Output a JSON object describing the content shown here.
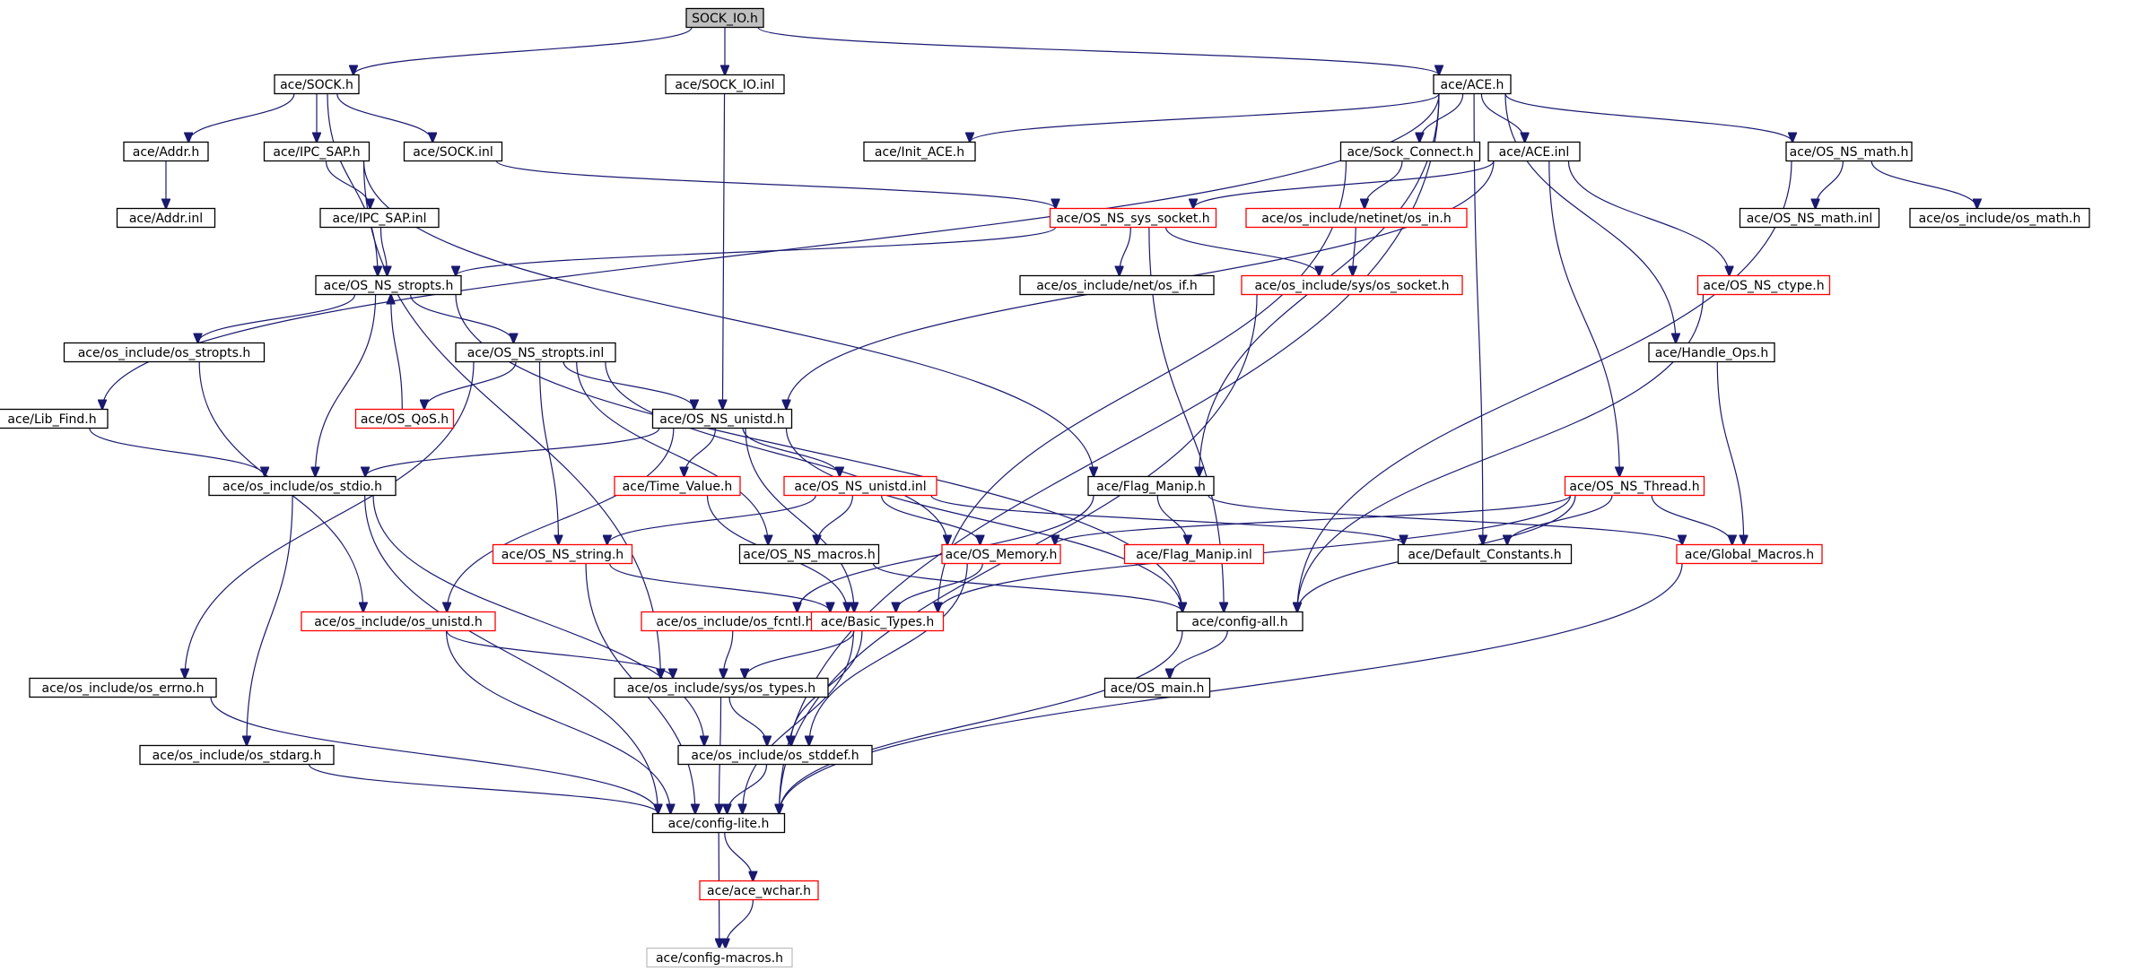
{
  "colors": {
    "edge": "#191970",
    "root_fill": "#bfbfbf",
    "node_border": "#000000",
    "incomplete_border": "#ff0000",
    "external_border": "#bfbfbf",
    "text": "#000000"
  },
  "nodes": [
    {
      "id": "sock_io_h",
      "label": "SOCK_IO.h",
      "kind": "root"
    },
    {
      "id": "sock_h",
      "label": "ace/SOCK.h",
      "kind": "normal"
    },
    {
      "id": "sock_io_inl",
      "label": "ace/SOCK_IO.inl",
      "kind": "normal"
    },
    {
      "id": "ace_h",
      "label": "ace/ACE.h",
      "kind": "normal"
    },
    {
      "id": "addr_h",
      "label": "ace/Addr.h",
      "kind": "normal"
    },
    {
      "id": "ipc_sap_h",
      "label": "ace/IPC_SAP.h",
      "kind": "normal"
    },
    {
      "id": "sock_inl",
      "label": "ace/SOCK.inl",
      "kind": "normal"
    },
    {
      "id": "init_ace_h",
      "label": "ace/Init_ACE.h",
      "kind": "normal"
    },
    {
      "id": "sock_connect_h",
      "label": "ace/Sock_Connect.h",
      "kind": "normal"
    },
    {
      "id": "ace_inl",
      "label": "ace/ACE.inl",
      "kind": "normal"
    },
    {
      "id": "os_ns_math_h",
      "label": "ace/OS_NS_math.h",
      "kind": "normal"
    },
    {
      "id": "addr_inl",
      "label": "ace/Addr.inl",
      "kind": "normal"
    },
    {
      "id": "ipc_sap_inl",
      "label": "ace/IPC_SAP.inl",
      "kind": "normal"
    },
    {
      "id": "os_ns_sys_socket_h",
      "label": "ace/OS_NS_sys_socket.h",
      "kind": "incomplete"
    },
    {
      "id": "netinet_os_in_h",
      "label": "ace/os_include/netinet/os_in.h",
      "kind": "incomplete"
    },
    {
      "id": "os_ns_math_inl",
      "label": "ace/OS_NS_math.inl",
      "kind": "normal"
    },
    {
      "id": "os_math_h",
      "label": "ace/os_include/os_math.h",
      "kind": "normal"
    },
    {
      "id": "os_ns_stropts_h",
      "label": "ace/OS_NS_stropts.h",
      "kind": "normal"
    },
    {
      "id": "net_os_if_h",
      "label": "ace/os_include/net/os_if.h",
      "kind": "normal"
    },
    {
      "id": "sys_os_socket_h",
      "label": "ace/os_include/sys/os_socket.h",
      "kind": "incomplete"
    },
    {
      "id": "os_ns_ctype_h",
      "label": "ace/OS_NS_ctype.h",
      "kind": "incomplete"
    },
    {
      "id": "os_stropts_h",
      "label": "ace/os_include/os_stropts.h",
      "kind": "normal"
    },
    {
      "id": "os_ns_stropts_inl",
      "label": "ace/OS_NS_stropts.inl",
      "kind": "normal"
    },
    {
      "id": "handle_ops_h",
      "label": "ace/Handle_Ops.h",
      "kind": "normal"
    },
    {
      "id": "lib_find_h",
      "label": "ace/Lib_Find.h",
      "kind": "normal"
    },
    {
      "id": "os_qos_h",
      "label": "ace/OS_QoS.h",
      "kind": "incomplete"
    },
    {
      "id": "os_ns_unistd_h",
      "label": "ace/OS_NS_unistd.h",
      "kind": "normal"
    },
    {
      "id": "os_stdio_h",
      "label": "ace/os_include/os_stdio.h",
      "kind": "normal"
    },
    {
      "id": "time_value_h",
      "label": "ace/Time_Value.h",
      "kind": "incomplete"
    },
    {
      "id": "os_ns_unistd_inl",
      "label": "ace/OS_NS_unistd.inl",
      "kind": "incomplete"
    },
    {
      "id": "flag_manip_h",
      "label": "ace/Flag_Manip.h",
      "kind": "normal"
    },
    {
      "id": "os_ns_thread_h",
      "label": "ace/OS_NS_Thread.h",
      "kind": "incomplete"
    },
    {
      "id": "os_ns_string_h",
      "label": "ace/OS_NS_string.h",
      "kind": "incomplete"
    },
    {
      "id": "os_ns_macros_h",
      "label": "ace/OS_NS_macros.h",
      "kind": "normal"
    },
    {
      "id": "os_memory_h",
      "label": "ace/OS_Memory.h",
      "kind": "incomplete"
    },
    {
      "id": "flag_manip_inl",
      "label": "ace/Flag_Manip.inl",
      "kind": "incomplete"
    },
    {
      "id": "default_constants_h",
      "label": "ace/Default_Constants.h",
      "kind": "normal"
    },
    {
      "id": "global_macros_h",
      "label": "ace/Global_Macros.h",
      "kind": "incomplete"
    },
    {
      "id": "os_unistd_h",
      "label": "ace/os_include/os_unistd.h",
      "kind": "incomplete"
    },
    {
      "id": "os_fcntl_h",
      "label": "ace/os_include/os_fcntl.h",
      "kind": "incomplete"
    },
    {
      "id": "basic_types_h",
      "label": "ace/Basic_Types.h",
      "kind": "incomplete"
    },
    {
      "id": "config_all_h",
      "label": "ace/config-all.h",
      "kind": "normal"
    },
    {
      "id": "os_errno_h",
      "label": "ace/os_include/os_errno.h",
      "kind": "normal"
    },
    {
      "id": "sys_os_types_h",
      "label": "ace/os_include/sys/os_types.h",
      "kind": "normal"
    },
    {
      "id": "os_main_h",
      "label": "ace/OS_main.h",
      "kind": "normal"
    },
    {
      "id": "os_stdarg_h",
      "label": "ace/os_include/os_stdarg.h",
      "kind": "normal"
    },
    {
      "id": "os_stddef_h",
      "label": "ace/os_include/os_stddef.h",
      "kind": "normal"
    },
    {
      "id": "config_lite_h",
      "label": "ace/config-lite.h",
      "kind": "normal"
    },
    {
      "id": "ace_wchar_h",
      "label": "ace/ace_wchar.h",
      "kind": "incomplete"
    },
    {
      "id": "config_macros_h",
      "label": "ace/config-macros.h",
      "kind": "external"
    }
  ],
  "edges": [
    [
      "sock_io_h",
      "sock_h"
    ],
    [
      "sock_io_h",
      "sock_io_inl"
    ],
    [
      "sock_io_h",
      "ace_h"
    ],
    [
      "sock_h",
      "addr_h"
    ],
    [
      "sock_h",
      "ipc_sap_h"
    ],
    [
      "sock_h",
      "sock_inl"
    ],
    [
      "sock_h",
      "os_ns_stropts_h"
    ],
    [
      "addr_h",
      "addr_inl"
    ],
    [
      "ipc_sap_h",
      "ipc_sap_inl"
    ],
    [
      "ipc_sap_h",
      "flag_manip_h"
    ],
    [
      "ipc_sap_h",
      "sys_os_types_h"
    ],
    [
      "ipc_sap_inl",
      "os_ns_stropts_h"
    ],
    [
      "sock_inl",
      "os_ns_sys_socket_h"
    ],
    [
      "sock_io_inl",
      "os_ns_unistd_h"
    ],
    [
      "ace_h",
      "init_ace_h"
    ],
    [
      "ace_h",
      "sock_connect_h"
    ],
    [
      "ace_h",
      "ace_inl"
    ],
    [
      "ace_h",
      "os_ns_math_h"
    ],
    [
      "ace_h",
      "lib_find_h"
    ],
    [
      "ace_h",
      "flag_manip_h"
    ],
    [
      "ace_h",
      "handle_ops_h"
    ],
    [
      "ace_h",
      "default_constants_h"
    ],
    [
      "ace_h",
      "config_lite_h"
    ],
    [
      "sock_connect_h",
      "netinet_os_in_h"
    ],
    [
      "sock_connect_h",
      "basic_types_h"
    ],
    [
      "ace_inl",
      "os_ns_sys_socket_h"
    ],
    [
      "ace_inl",
      "os_ns_ctype_h"
    ],
    [
      "ace_inl",
      "os_ns_thread_h"
    ],
    [
      "ace_inl",
      "os_ns_unistd_h"
    ],
    [
      "os_ns_math_h",
      "os_ns_math_inl"
    ],
    [
      "os_ns_math_h",
      "os_math_h"
    ],
    [
      "os_ns_math_h",
      "config_all_h"
    ],
    [
      "os_ns_sys_socket_h",
      "os_ns_stropts_h"
    ],
    [
      "os_ns_sys_socket_h",
      "net_os_if_h"
    ],
    [
      "os_ns_sys_socket_h",
      "sys_os_socket_h"
    ],
    [
      "os_ns_sys_socket_h",
      "config_all_h"
    ],
    [
      "netinet_os_in_h",
      "sys_os_socket_h"
    ],
    [
      "sys_os_socket_h",
      "config_lite_h"
    ],
    [
      "os_ns_ctype_h",
      "config_all_h"
    ],
    [
      "handle_ops_h",
      "global_macros_h"
    ],
    [
      "os_ns_stropts_h",
      "os_stropts_h"
    ],
    [
      "os_ns_stropts_h",
      "os_ns_stropts_inl"
    ],
    [
      "os_ns_stropts_h",
      "os_stdio_h"
    ],
    [
      "os_ns_stropts_h",
      "config_all_h"
    ],
    [
      "os_ns_stropts_inl",
      "os_qos_h"
    ],
    [
      "os_ns_stropts_inl",
      "os_ns_unistd_h"
    ],
    [
      "os_ns_stropts_inl",
      "os_ns_string_h"
    ],
    [
      "os_ns_stropts_inl",
      "os_ns_macros_h"
    ],
    [
      "os_ns_stropts_inl",
      "os_memory_h"
    ],
    [
      "os_ns_stropts_inl",
      "os_errno_h"
    ],
    [
      "os_qos_h",
      "os_ns_stropts_h"
    ],
    [
      "os_stropts_h",
      "os_unistd_h"
    ],
    [
      "lib_find_h",
      "os_stdio_h"
    ],
    [
      "os_ns_unistd_h",
      "os_stdio_h"
    ],
    [
      "os_ns_unistd_h",
      "time_value_h"
    ],
    [
      "os_ns_unistd_h",
      "os_ns_unistd_inl"
    ],
    [
      "os_ns_unistd_h",
      "os_unistd_h"
    ],
    [
      "os_ns_unistd_h",
      "basic_types_h"
    ],
    [
      "os_ns_unistd_h",
      "config_all_h"
    ],
    [
      "os_stdio_h",
      "os_stdarg_h"
    ],
    [
      "os_stdio_h",
      "os_stddef_h"
    ],
    [
      "os_stdio_h",
      "config_lite_h"
    ],
    [
      "time_value_h",
      "basic_types_h"
    ],
    [
      "os_ns_unistd_inl",
      "os_ns_string_h"
    ],
    [
      "os_ns_unistd_inl",
      "os_ns_macros_h"
    ],
    [
      "os_ns_unistd_inl",
      "os_memory_h"
    ],
    [
      "os_ns_unistd_inl",
      "default_constants_h"
    ],
    [
      "flag_manip_h",
      "flag_manip_inl"
    ],
    [
      "flag_manip_h",
      "os_fcntl_h"
    ],
    [
      "flag_manip_h",
      "global_macros_h"
    ],
    [
      "os_ns_thread_h",
      "os_memory_h"
    ],
    [
      "os_ns_thread_h",
      "default_constants_h"
    ],
    [
      "os_ns_thread_h",
      "global_macros_h"
    ],
    [
      "os_ns_thread_h",
      "basic_types_h"
    ],
    [
      "os_ns_thread_h",
      "config_all_h"
    ],
    [
      "os_ns_string_h",
      "basic_types_h"
    ],
    [
      "os_ns_string_h",
      "config_lite_h"
    ],
    [
      "os_ns_macros_h",
      "config_all_h"
    ],
    [
      "os_memory_h",
      "basic_types_h"
    ],
    [
      "os_memory_h",
      "os_stddef_h"
    ],
    [
      "global_macros_h",
      "config_lite_h"
    ],
    [
      "os_unistd_h",
      "sys_os_types_h"
    ],
    [
      "os_unistd_h",
      "config_lite_h"
    ],
    [
      "os_fcntl_h",
      "sys_os_types_h"
    ],
    [
      "basic_types_h",
      "sys_os_types_h"
    ],
    [
      "basic_types_h",
      "os_stddef_h"
    ],
    [
      "basic_types_h",
      "config_lite_h"
    ],
    [
      "config_all_h",
      "os_main_h"
    ],
    [
      "config_all_h",
      "config_lite_h"
    ],
    [
      "os_errno_h",
      "config_lite_h"
    ],
    [
      "sys_os_types_h",
      "os_stddef_h"
    ],
    [
      "sys_os_types_h",
      "config_lite_h"
    ],
    [
      "os_stdarg_h",
      "config_lite_h"
    ],
    [
      "os_stddef_h",
      "config_lite_h"
    ],
    [
      "config_lite_h",
      "ace_wchar_h"
    ],
    [
      "config_lite_h",
      "config_macros_h"
    ],
    [
      "ace_wchar_h",
      "config_macros_h"
    ]
  ]
}
